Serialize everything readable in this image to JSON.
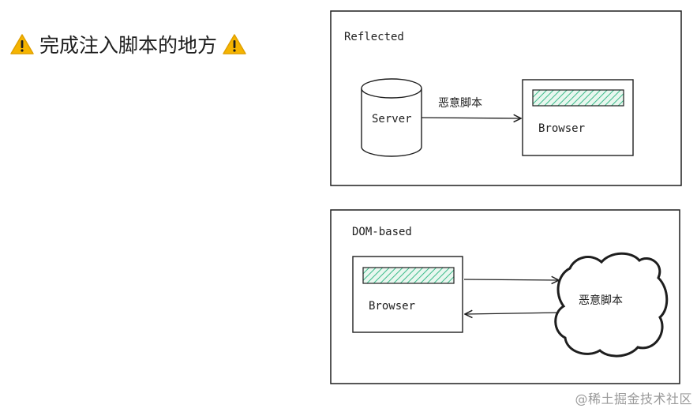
{
  "heading": {
    "text": "完成注入脚本的地方"
  },
  "panels": {
    "reflected": {
      "title": "Reflected",
      "server_label": "Server",
      "browser_label": "Browser",
      "arrow_label": "恶意脚本"
    },
    "dom_based": {
      "title": "DOM-based",
      "browser_label": "Browser",
      "cloud_label": "恶意脚本"
    }
  },
  "watermark": "@稀土掘金技术社区",
  "colors": {
    "hatch": "#3dbb8a",
    "hatch_bg": "#e8f7ef",
    "warning": "#f5b400"
  }
}
